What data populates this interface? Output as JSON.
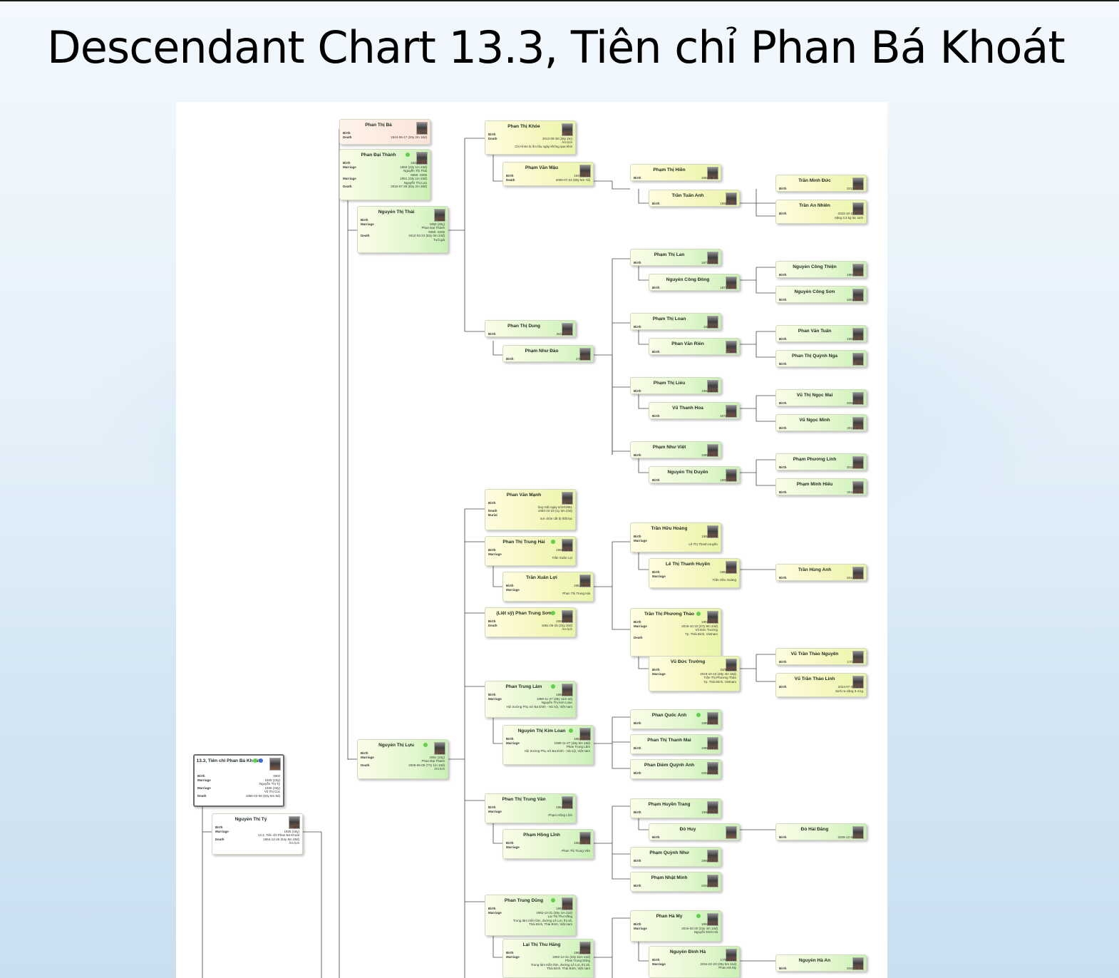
{
  "page_title": "Descendant Chart 13.3, Tiên chỉ Phan Bá Khoát",
  "people": [
    {
      "id": "root",
      "name": "13.3, Tiên chỉ Phan Bá Khoát",
      "style": "root",
      "dots": [
        "#5fd14a",
        "#3a6fd8"
      ],
      "lines": [
        [
          "Birth",
          "1903"
        ],
        [
          "Marriage",
          "1925 (23y)"
        ],
        [
          "",
          "Nguyễn Thị Tý"
        ],
        [
          "Marriage",
          "1935 (33y)"
        ],
        [
          "",
          "Vũ Thị Cúc"
        ],
        [
          "Death",
          "1956-03-06 (53y 8m 8d)"
        ]
      ]
    },
    {
      "id": "nty",
      "name": "Nguyễn Thị Tý",
      "style": "wh",
      "lines": [
        [
          "Birth",
          "1909"
        ],
        [
          "Marriage",
          "1925 (16y)"
        ],
        [
          "",
          "13.3, Tiên chỉ Phan Bá Khoát"
        ],
        [
          "Death",
          "1964-12-26 (54y 9m 29d)"
        ],
        [
          "",
          "Âm lịch"
        ]
      ]
    },
    {
      "id": "ptb",
      "name": "Phan Thị Bá",
      "style": "pink",
      "lines": [
        [
          "Birth",
          "1924"
        ],
        [
          "Death",
          "1944-06-17 (20y 2m 16d)"
        ]
      ]
    },
    {
      "id": "pdt",
      "name": "Phan Đại Thành",
      "dot": true,
      "lines": [
        [
          "Birth",
          "1928-05-01"
        ],
        [
          "Marriage",
          "1950 (22y 1m 23d)"
        ],
        [
          "",
          "Nguyễn Thị Thái"
        ],
        [
          "",
          "6060 -3205"
        ],
        [
          "Marriage",
          "1951 (23y 1m 23d)"
        ],
        [
          "",
          "Nguyễn Thị Lựu"
        ],
        [
          "Death",
          "2010-07-29 (82y 2m 28d)"
        ]
      ]
    },
    {
      "id": "ntt",
      "name": "Nguyễn Thị Thái",
      "lines": [
        [
          "Birth",
          "1930"
        ],
        [
          "Marriage",
          "1950 (20y)"
        ],
        [
          "",
          "Phan Đại Thành"
        ],
        [
          "",
          "6060 -3205"
        ],
        [
          "Death",
          "2012-03-24 (82y 0m 24d)"
        ],
        [
          "",
          "Tuổi già"
        ]
      ]
    },
    {
      "id": "ntl",
      "name": "Nguyễn Thị Lựu",
      "dot": true,
      "lines": [
        [
          "Birth",
          "1928"
        ],
        [
          "Marriage",
          "1951 (23y)"
        ],
        [
          "",
          "Phan Đại Thành"
        ],
        [
          "Death",
          "2006-06-09 (77y 1m 10d)"
        ],
        [
          "",
          "Âm lịch"
        ]
      ]
    },
    {
      "id": "ptk",
      "name": "Phan Thị Khóe",
      "style": "y",
      "lines": [
        [
          "Birth",
          "1934"
        ],
        [
          "Death",
          "2012-09-30 (36y 2m)"
        ],
        [
          "",
          "Âm lịch"
        ],
        [
          "",
          "Chị Khóe bị ốm lâu ngày không qua khỏi"
        ]
      ]
    },
    {
      "id": "pvm",
      "name": "Phạm Văn Mậu",
      "style": "y",
      "lines": [
        [
          "Birth",
          "1947-01-17"
        ],
        [
          "Death",
          "2006-07-24 (59y 6m 7d)"
        ]
      ]
    },
    {
      "id": "pth",
      "name": "Phạm Thị Hiền",
      "style": "y",
      "lines": [
        [
          "Birth",
          "1992-08-18"
        ]
      ]
    },
    {
      "id": "tta",
      "name": "Trần Tuấn Anh",
      "style": "y",
      "lines": [
        [
          "Birth",
          "1990-11-09"
        ]
      ]
    },
    {
      "id": "tmd",
      "name": "Trần Minh Đức",
      "style": "y",
      "lines": [
        [
          "Birth",
          "2013-05-23"
        ]
      ]
    },
    {
      "id": "tan",
      "name": "Trần An Nhiên",
      "style": "y",
      "lines": [
        [
          "Birth",
          "2023-10-22 04:00"
        ],
        [
          "",
          "nặng 3.3 kg lúc sinh"
        ]
      ]
    },
    {
      "id": "ptd",
      "name": "Phan Thị Dung",
      "lines": [
        [
          "Birth",
          "26/11/1956"
        ]
      ]
    },
    {
      "id": "pnd",
      "name": "Phạm Như Đào",
      "lines": [
        [
          "Birth",
          "27/6/1950"
        ]
      ]
    },
    {
      "id": "ptl",
      "name": "Phạm Thị Lan",
      "lines": [
        [
          "Birth",
          "1977-10-25"
        ]
      ]
    },
    {
      "id": "ncd",
      "name": "Nguyễn Công Đông",
      "lines": [
        [
          "Birth",
          "1971-11-17"
        ]
      ]
    },
    {
      "id": "nct",
      "name": "Nguyễn Công Thiện",
      "lines": [
        [
          "Birth",
          "1997-12-21"
        ]
      ]
    },
    {
      "id": "ncs",
      "name": "Nguyễn Công Sơn",
      "lines": [
        [
          "Birth",
          "2003-10-05"
        ]
      ]
    },
    {
      "id": "ptlo",
      "name": "Phạm Thị Loan",
      "lines": [
        [
          "Birth",
          "16/3/1982"
        ]
      ]
    },
    {
      "id": "pvr",
      "name": "Phan Văn Riễn",
      "lines": [
        [
          "Birth",
          "1974"
        ]
      ]
    },
    {
      "id": "pvt",
      "name": "Phan Văn Tuấn",
      "lines": [
        [
          "Birth",
          "1999-01-18"
        ]
      ]
    },
    {
      "id": "ptqn",
      "name": "Phan Thị Quỳnh Nga",
      "lines": [
        [
          "Birth",
          "2002"
        ]
      ]
    },
    {
      "id": "ptli",
      "name": "Phạm Thị Liễu",
      "lines": [
        [
          "Birth",
          "1981-11-25"
        ]
      ]
    },
    {
      "id": "vth",
      "name": "Vũ Thanh Hoa",
      "lines": [
        [
          "Birth",
          "1976-10-10"
        ]
      ]
    },
    {
      "id": "vtnm",
      "name": "Vũ Thị Ngọc Mai",
      "lines": [
        [
          "Birth",
          "2006-01-19"
        ]
      ]
    },
    {
      "id": "vnm",
      "name": "Vũ Ngọc Minh",
      "lines": [
        [
          "Birth",
          "2012-11-22"
        ]
      ]
    },
    {
      "id": "pnv",
      "name": "Phạm Như Việt",
      "lines": [
        [
          "Birth",
          "1985-12-30"
        ]
      ]
    },
    {
      "id": "ntdu",
      "name": "Nguyễn Thị Duyên",
      "lines": [
        [
          "Birth",
          "1987-11-10"
        ]
      ]
    },
    {
      "id": "ppl",
      "name": "Phạm Phương Linh",
      "lines": [
        [
          "Birth",
          "2015-02-09"
        ]
      ]
    },
    {
      "id": "pmh",
      "name": "Phạm Minh Hiếu",
      "lines": [
        [
          "Birth",
          "2018-09-11"
        ]
      ]
    },
    {
      "id": "pvma",
      "name": "Phan Văn Mạnh",
      "style": "y",
      "lines": [
        [
          "Birth",
          "1932"
        ],
        [
          "",
          "ông mất ngày 6/10/1961"
        ],
        [
          "Death",
          "1953-10-23 (1y 3m 23d)"
        ],
        [
          "Burial",
          ""
        ],
        [
          "",
          "nơi chôn cất bị thất lạc"
        ]
      ]
    },
    {
      "id": "ptth",
      "name": "Phan Thị Trung Hải",
      "dot": true,
      "style": "y",
      "lines": [
        [
          "Birth",
          "1956-05-28"
        ],
        [
          "Marriage",
          ""
        ],
        [
          "",
          "Trần Xuân Lợi"
        ]
      ]
    },
    {
      "id": "txl",
      "name": "Trần Xuân Lợi",
      "style": "y",
      "lines": [
        [
          "Birth",
          "1954-09-02"
        ],
        [
          "Marriage",
          ""
        ],
        [
          "",
          "Phan Thị Trung Hải"
        ]
      ]
    },
    {
      "id": "thh",
      "name": "Trần Hữu Hoàng",
      "style": "y",
      "lines": [
        [
          "Birth",
          "1984-11-06"
        ],
        [
          "Marriage",
          ""
        ],
        [
          "",
          "Lê Thị Thanh Huyền"
        ]
      ]
    },
    {
      "id": "ltth",
      "name": "Lê Thị Thanh Huyền",
      "style": "y",
      "lines": [
        [
          "Birth",
          "1984-09-12"
        ],
        [
          "Marriage",
          ""
        ],
        [
          "",
          "Trần Hữu Hoàng"
        ]
      ]
    },
    {
      "id": "tha",
      "name": "Trần Hùng Anh",
      "style": "y",
      "lines": [
        [
          "Birth",
          "2014-01-23"
        ]
      ]
    },
    {
      "id": "lspts",
      "name": "(Liệt sỹ) Phan Trung Sơn",
      "dot": true,
      "style": "y",
      "lines": [
        [
          "Birth",
          "1959-06-05"
        ],
        [
          "Death",
          "1981-06-25 (22y 20d)"
        ],
        [
          "",
          "Âm lịch"
        ]
      ]
    },
    {
      "id": "ttpt",
      "name": "Trần Thị Phương Thảo",
      "dot": true,
      "style": "y",
      "lines": [
        [
          "Birth",
          "1991-01-16"
        ],
        [
          "Marriage",
          "2018-10-10 (27y 8m 24d)"
        ],
        [
          "",
          "Vũ Đức Trường"
        ],
        [
          "",
          "Tp. Thái Bình, Vietnam"
        ],
        [
          "Death",
          ""
        ]
      ]
    },
    {
      "id": "vdt",
      "name": "Vũ Đức Trường",
      "style": "y",
      "lines": [
        [
          "Birth",
          "23/05/1990"
        ],
        [
          "Marriage",
          "2018-10-10 (28y 4m 15d)"
        ],
        [
          "",
          "Trần Thị Phương Thảo"
        ],
        [
          "",
          "Tp. Thái Bình, Vietnam"
        ]
      ]
    },
    {
      "id": "vttn",
      "name": "Vũ Trần Thảo Nguyên",
      "style": "y",
      "lines": [
        [
          "Birth",
          "17/10/2019"
        ]
      ]
    },
    {
      "id": "vttl",
      "name": "Vũ Trần Thảo Linh",
      "style": "y",
      "lines": [
        [
          "Birth",
          "2024-07-30 11:40"
        ],
        [
          "",
          "Sinh ra nặng 3.4 kg"
        ]
      ]
    },
    {
      "id": "ptla",
      "name": "Phan Trung Lâm",
      "dot": true,
      "lines": [
        [
          "Birth",
          "1961-12-25"
        ],
        [
          "Marriage",
          "1989-11-27 (28y 11m 2d)"
        ],
        [
          "",
          "Nguyễn Thị Kim Loan"
        ],
        [
          "",
          "Hội trường Phụ nữ Ba Đình - Hà nội, Việt nam"
        ]
      ]
    },
    {
      "id": "ntkl",
      "name": "Nguyễn Thị Kim Loan",
      "dot": true,
      "lines": [
        [
          "Birth",
          "1962-05-09"
        ],
        [
          "Marriage",
          "1989-11-27 (28y 6m 18d)"
        ],
        [
          "",
          "Phan Trung Lâm"
        ],
        [
          "",
          "Hội trường Phụ nữ Ba Đình - Hà nội, Việt nam"
        ]
      ]
    },
    {
      "id": "pqa",
      "name": "Phan Quốc Anh",
      "dot": true,
      "lines": [
        [
          "Birth",
          "1989-09-18"
        ]
      ]
    },
    {
      "id": "pttm",
      "name": "Phan Thị Thanh Mai",
      "lines": [
        [
          "Birth",
          "1999-04-16"
        ]
      ]
    },
    {
      "id": "pdqa",
      "name": "Phan Diễm Quỳnh Anh",
      "lines": [
        [
          "Birth",
          "2001-01-25"
        ]
      ]
    },
    {
      "id": "pttv",
      "name": "Phan Thị Trung Vân",
      "lines": [
        [
          "Birth",
          "1964-12-13"
        ],
        [
          "Marriage",
          ""
        ],
        [
          "",
          "Phạm Hồng Lĩnh"
        ]
      ]
    },
    {
      "id": "phl",
      "name": "Phạm Hồng Lĩnh",
      "lines": [
        [
          "Birth",
          "1961-12-13"
        ],
        [
          "Marriage",
          ""
        ],
        [
          "",
          "Phan Thị Trung Vân"
        ]
      ]
    },
    {
      "id": "pht",
      "name": "Phạm Huyền Trang",
      "lines": [
        [
          "Birth",
          "1990-11-03"
        ]
      ]
    },
    {
      "id": "dh",
      "name": "Đỗ Huy",
      "lines": [
        [
          "Birth",
          ""
        ]
      ]
    },
    {
      "id": "dhd",
      "name": "Đỗ Hải Đăng",
      "lines": [
        [
          "Birth",
          "2009-12-05 14:15"
        ]
      ]
    },
    {
      "id": "pqn",
      "name": "Phạm Quỳnh Như",
      "lines": [
        [
          "Birth",
          "1995-10-27"
        ]
      ]
    },
    {
      "id": "pnm",
      "name": "Phạm Nhật Minh",
      "lines": [
        [
          "Birth",
          "2006-10-14"
        ]
      ]
    },
    {
      "id": "ptdu",
      "name": "Phan Trung Dũng",
      "dot": true,
      "lines": [
        [
          "Birth",
          "1967-11-09"
        ],
        [
          "Marriage",
          "1992-12-31 (25y 1m 22d)"
        ],
        [
          "",
          "Lại Thị Thu Hằng"
        ],
        [
          "",
          "Trung tâm triển lãm, đường Lê Lợi, thị xã,"
        ],
        [
          "",
          "Thái Bình, Thái Bình, Việt nam"
        ]
      ]
    },
    {
      "id": "ltth2",
      "name": "Lại Thị Thu Hằng",
      "lines": [
        [
          "Birth",
          "1969-01-09"
        ],
        [
          "Marriage",
          "1992-12-31 (23y 11m 22d)"
        ],
        [
          "",
          "Phan Trung Dũng"
        ],
        [
          "",
          "Trung tâm triển lãm, đường Lê Lợi, thị xã,"
        ],
        [
          "",
          "Thái Bình, Thái Bình, Việt nam"
        ]
      ]
    },
    {
      "id": "phm",
      "name": "Phan Hà My",
      "dot": true,
      "lines": [
        [
          "Birth",
          "1993-10-15"
        ],
        [
          "Marriage",
          "2016-02-20 (23y 4m 13d)"
        ],
        [
          "",
          "Nguyễn Đình Hà"
        ]
      ]
    },
    {
      "id": "ndh",
      "name": "Nguyễn Đình Hà",
      "lines": [
        [
          "Birth",
          "17/09/1991"
        ],
        [
          "Marriage",
          "2016-02-20 (25y 5m 11d)"
        ],
        [
          "",
          "Phan Hà My"
        ]
      ]
    },
    {
      "id": "nha",
      "name": "Nguyễn Hà An",
      "lines": [
        [
          "Birth",
          "2020-04-01"
        ]
      ]
    }
  ]
}
